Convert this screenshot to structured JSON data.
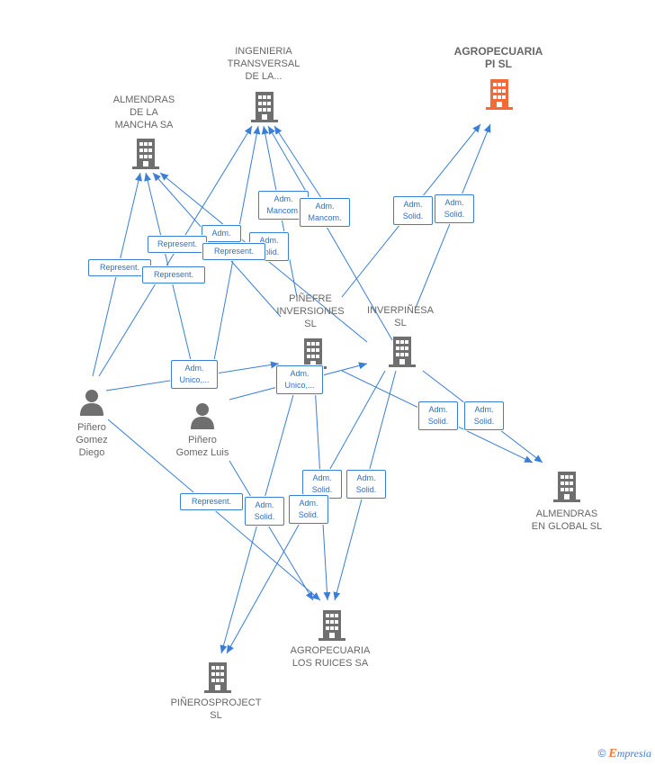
{
  "nodes": {
    "ingenieria": {
      "label": "INGENIERIA\nTRANSVERSAL\nDE LA...",
      "type": "company"
    },
    "agropecuaria_pi": {
      "label": "AGROPECUARIA\nPI  SL",
      "type": "company-highlight"
    },
    "almendras_mancha": {
      "label": "ALMENDRAS\nDE LA\nMANCHA SA",
      "type": "company"
    },
    "pinefre": {
      "label": "PIÑEFRE\nINVERSIONES\nSL",
      "type": "company"
    },
    "inverpinesa": {
      "label": "INVERPIÑESA\nSL",
      "type": "company"
    },
    "pinero_diego": {
      "label": "Piñero\nGomez\nDiego",
      "type": "person"
    },
    "pinero_luis": {
      "label": "Piñero\nGomez Luis",
      "type": "person"
    },
    "almendras_global": {
      "label": "ALMENDRAS\nEN GLOBAL  SL",
      "type": "company"
    },
    "agropecuaria_ruices": {
      "label": "AGROPECUARIA\nLOS RUICES SA",
      "type": "company"
    },
    "pinerosproject": {
      "label": "PIÑEROSPROJECT\nSL",
      "type": "company"
    }
  },
  "edge_labels": [
    "Adm.\nMancom.",
    "Adm.\nMancom.",
    "Adm.\nSolid.",
    "Adm.\nSolid.",
    "Adm.",
    "Represent.",
    "Adm.\nSolid.",
    "Represent.",
    "Represent.",
    "Represent.",
    "Adm.\nUnico,...",
    "Adm.\nUnico,...",
    "Adm.\nSolid.",
    "Adm.\nSolid.",
    "Adm.\nSolid.",
    "Adm.\nSolid.",
    "Represent.",
    "Adm.\nSolid.",
    "Adm.\nSolid."
  ],
  "footer": {
    "copyright": "©",
    "brand_initial": "E",
    "brand_rest": "mpresia"
  },
  "colors": {
    "edge": "#3a7fd5",
    "company_icon": "#6f6f6f",
    "highlight_icon": "#f26a3a",
    "person_icon": "#6f6f6f"
  }
}
